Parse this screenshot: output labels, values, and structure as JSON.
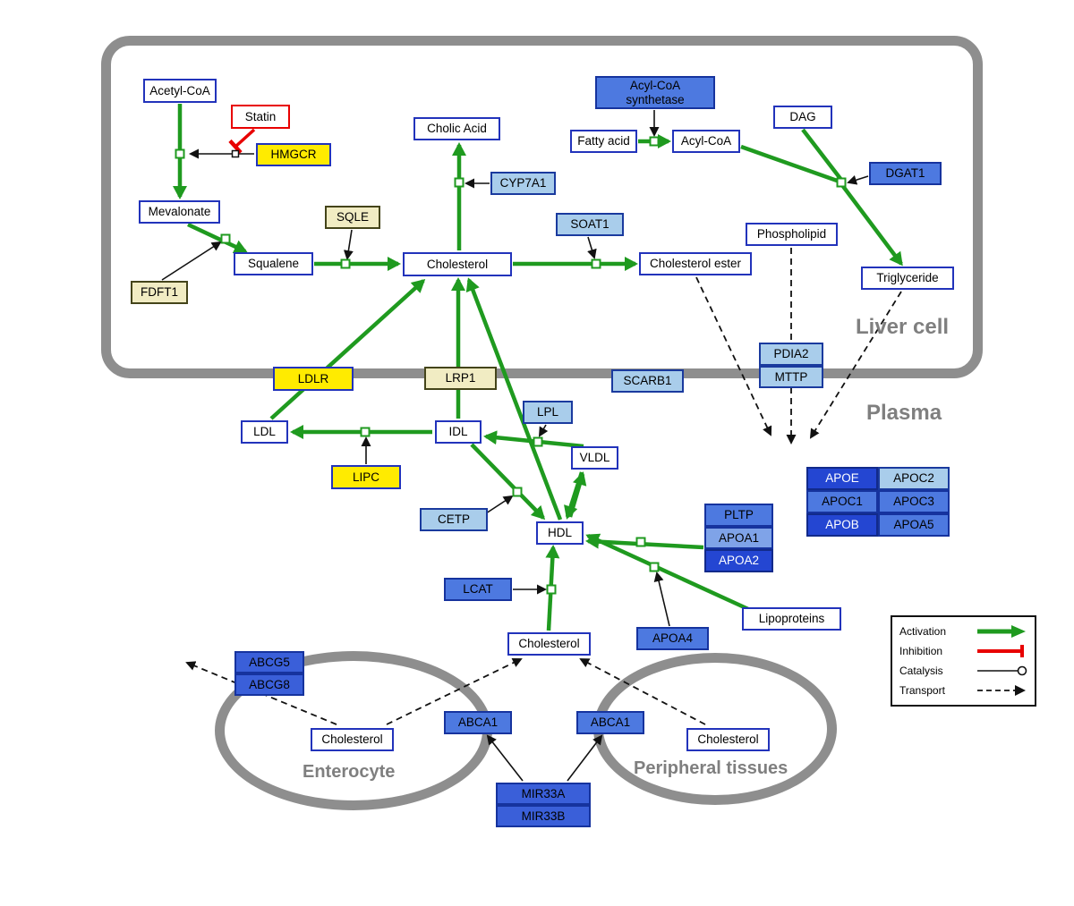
{
  "regions": {
    "liver": "Liver cell",
    "plasma": "Plasma",
    "enterocyte": "Enterocyte",
    "peripheral": "Peripheral tissues"
  },
  "legend": {
    "activation": "Activation",
    "inhibition": "Inhibition",
    "catalysis": "Catalysis",
    "transport": "Transport"
  },
  "colors": {
    "activation": "#1f9a1f",
    "inhibition": "#e80000",
    "membrane": "#8e8e8e",
    "metabolite_border": "#2233bb",
    "gene_yellow": "#ffeb00",
    "gene_pale_yellow": "#f1ecc3",
    "gene_light_blue": "#a9cdeb",
    "gene_medium_blue": "#4d79e0",
    "gene_dark_blue": "#2446d2"
  },
  "nodes": {
    "acetyl_coa": "Acetyl-CoA",
    "statin": "Statin",
    "hmgcr": "HMGCR",
    "mevalonate": "Mevalonate",
    "fdft1": "FDFT1",
    "squalene": "Squalene",
    "sqle": "SQLE",
    "cholesterol_liver": "Cholesterol",
    "cholic_acid": "Cholic Acid",
    "cyp7a1": "CYP7A1",
    "soat1": "SOAT1",
    "cholesterol_ester": "Cholesterol ester",
    "acyl_coa_synthetase": "Acyl-CoA synthetase",
    "fatty_acid": "Fatty acid",
    "acyl_coa": "Acyl-CoA",
    "dag": "DAG",
    "dgat1": "DGAT1",
    "phospholipid": "Phospholipid",
    "triglyceride": "Triglyceride",
    "ldlr": "LDLR",
    "lrp1": "LRP1",
    "scarb1": "SCARB1",
    "pdia2": "PDIA2",
    "mttp": "MTTP",
    "ldl": "LDL",
    "idl": "IDL",
    "lpl": "LPL",
    "vldl": "VLDL",
    "lipc": "LIPC",
    "cetp": "CETP",
    "hdl": "HDL",
    "pltp": "PLTP",
    "apoa1": "APOA1",
    "apoa2": "APOA2",
    "lcat": "LCAT",
    "apoa4": "APOA4",
    "lipoproteins": "Lipoproteins",
    "apoe": "APOE",
    "apoc2": "APOC2",
    "apoc1": "APOC1",
    "apoc3": "APOC3",
    "apob": "APOB",
    "apoa5": "APOA5",
    "cholesterol_plasma": "Cholesterol",
    "abcg5": "ABCG5",
    "abcg8": "ABCG8",
    "cholesterol_enterocyte": "Cholesterol",
    "abca1_left": "ABCA1",
    "abca1_right": "ABCA1",
    "cholesterol_peripheral": "Cholesterol",
    "mir33a": "MIR33A",
    "mir33b": "MIR33B"
  },
  "edges": [
    {
      "t": "act",
      "p": [
        [
          201,
          116
        ],
        [
          201,
          220
        ]
      ]
    },
    {
      "t": "act",
      "p": [
        [
          210,
          251
        ],
        [
          274,
          281
        ]
      ]
    },
    {
      "t": "act",
      "p": [
        [
          351,
          295
        ],
        [
          445,
          295
        ]
      ]
    },
    {
      "t": "act",
      "p": [
        [
          513,
          280
        ],
        [
          513,
          162
        ]
      ]
    },
    {
      "t": "act",
      "p": [
        [
          573,
          295
        ],
        [
          710,
          295
        ]
      ]
    },
    {
      "t": "act",
      "p": [
        [
          713,
          158
        ],
        [
          747,
          158
        ]
      ]
    },
    {
      "t": "act",
      "p": [
        [
          941,
          207
        ],
        [
          1007,
          295
        ]
      ]
    },
    {
      "t": "act",
      "p": [
        [
          303,
          468
        ],
        [
          473,
          314
        ]
      ]
    },
    {
      "t": "act",
      "p": [
        [
          512,
          468
        ],
        [
          512,
          313
        ]
      ]
    },
    {
      "t": "act",
      "p": [
        [
          626,
          581
        ],
        [
          524,
          313
        ]
      ]
    },
    {
      "t": "act",
      "p": [
        [
          483,
          483
        ],
        [
          327,
          483
        ]
      ]
    },
    {
      "t": "act",
      "p": [
        [
          652,
          499
        ],
        [
          543,
          488
        ]
      ]
    },
    {
      "t": "act",
      "p": [
        [
          527,
          497
        ],
        [
          607,
          579
        ]
      ]
    },
    {
      "t": "act",
      "p": [
        [
          650,
          528
        ],
        [
          634,
          578
        ]
      ]
    },
    {
      "t": "act",
      "p": [
        [
          637,
          578
        ],
        [
          651,
          530
        ]
      ]
    },
    {
      "t": "act",
      "p": [
        [
          613,
          705
        ],
        [
          618,
          612
        ]
      ]
    },
    {
      "t": "act",
      "p": [
        [
          836,
          681
        ],
        [
          657,
          599
        ]
      ]
    },
    {
      "t": "act",
      "p": [
        [
          786,
          612
        ],
        [
          657,
          605
        ]
      ]
    },
    {
      "t": "actline",
      "p": [
        [
          828,
          164
        ],
        [
          938,
          203
        ]
      ]
    },
    {
      "t": "actline",
      "p": [
        [
          897,
          145
        ],
        [
          940,
          201
        ]
      ]
    },
    {
      "t": "cat",
      "p": [
        [
          284,
          172
        ],
        [
          213,
          172
        ]
      ]
    },
    {
      "t": "cat",
      "p": [
        [
          181,
          313
        ],
        [
          246,
          271
        ]
      ]
    },
    {
      "t": "cat",
      "p": [
        [
          393,
          257
        ],
        [
          388,
          289
        ]
      ]
    },
    {
      "t": "cat",
      "p": [
        [
          547,
          205
        ],
        [
          521,
          205
        ]
      ]
    },
    {
      "t": "cat",
      "p": [
        [
          657,
          265
        ],
        [
          664,
          288
        ]
      ]
    },
    {
      "t": "cat",
      "p": [
        [
          731,
          123
        ],
        [
          731,
          151
        ]
      ]
    },
    {
      "t": "cat",
      "p": [
        [
          970,
          197
        ],
        [
          948,
          204
        ]
      ]
    },
    {
      "t": "cat",
      "p": [
        [
          409,
          519
        ],
        [
          409,
          490
        ]
      ]
    },
    {
      "t": "cat",
      "p": [
        [
          610,
          475
        ],
        [
          603,
          487
        ]
      ]
    },
    {
      "t": "cat",
      "p": [
        [
          543,
          574
        ],
        [
          572,
          555
        ]
      ]
    },
    {
      "t": "cat",
      "p": [
        [
          573,
          659
        ],
        [
          609,
          659
        ]
      ]
    },
    {
      "t": "cat",
      "p": [
        [
          748,
          700
        ],
        [
          734,
          641
        ]
      ]
    },
    {
      "t": "cat",
      "p": [
        [
          584,
          873
        ],
        [
          545,
          823
        ]
      ]
    },
    {
      "t": "cat",
      "p": [
        [
          634,
          873
        ],
        [
          672,
          823
        ]
      ]
    },
    {
      "t": "inh",
      "p": [
        [
          284,
          145
        ],
        [
          263,
          164
        ]
      ]
    },
    {
      "t": "tr",
      "p": [
        [
          778,
          310
        ],
        [
          861,
          486
        ]
      ]
    },
    {
      "t": "tr",
      "p": [
        [
          884,
          277
        ],
        [
          884,
          495
        ]
      ]
    },
    {
      "t": "tr",
      "p": [
        [
          1007,
          326
        ],
        [
          906,
          489
        ]
      ]
    },
    {
      "t": "tr",
      "p": [
        [
          376,
          810
        ],
        [
          209,
          741
        ]
      ]
    },
    {
      "t": "tr",
      "p": [
        [
          432,
          810
        ],
        [
          582,
          737
        ]
      ]
    },
    {
      "t": "tr",
      "p": [
        [
          788,
          810
        ],
        [
          649,
          737
        ]
      ]
    }
  ],
  "reaction_nodes": [
    [
      201,
      172
    ],
    [
      252,
      267
    ],
    [
      386,
      295
    ],
    [
      513,
      204
    ],
    [
      666,
      295
    ],
    [
      731,
      158
    ],
    [
      940,
      204
    ],
    [
      408,
      483
    ],
    [
      601,
      494
    ],
    [
      578,
      550
    ],
    [
      616,
      659
    ],
    [
      716,
      606
    ],
    [
      731,
      634
    ]
  ],
  "inhibition_target": [
    263,
    172
  ]
}
